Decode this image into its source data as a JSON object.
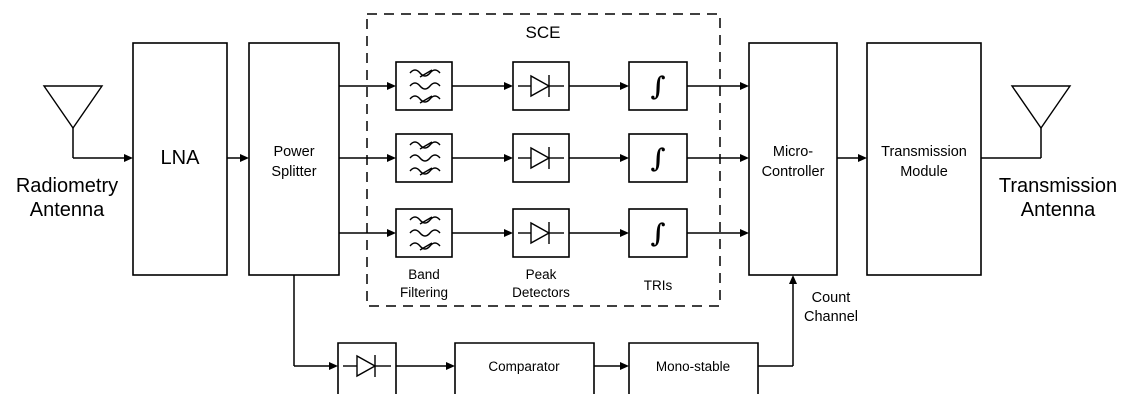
{
  "diagram": {
    "radiometry_antenna": [
      "Radiometry",
      "Antenna"
    ],
    "lna": "LNA",
    "power_splitter": [
      "Power",
      "Splitter"
    ],
    "sce": "SCE",
    "integrator_glyph": "∫",
    "band_filtering": [
      "Band",
      "Filtering"
    ],
    "peak_detectors": [
      "Peak",
      "Detectors"
    ],
    "tris": "TRIs",
    "micro_controller": [
      "Micro-",
      "Controller"
    ],
    "transmission_module": [
      "Transmission",
      "Module"
    ],
    "transmission_antenna": [
      "Transmission",
      "Antenna"
    ],
    "count_channel": [
      "Count",
      "Channel"
    ],
    "comparator": "Comparator",
    "mono_stable": "Mono-stable",
    "icons": [
      "antenna-icon",
      "bandpass-filter-icon",
      "diode-icon",
      "integrator-icon"
    ]
  }
}
